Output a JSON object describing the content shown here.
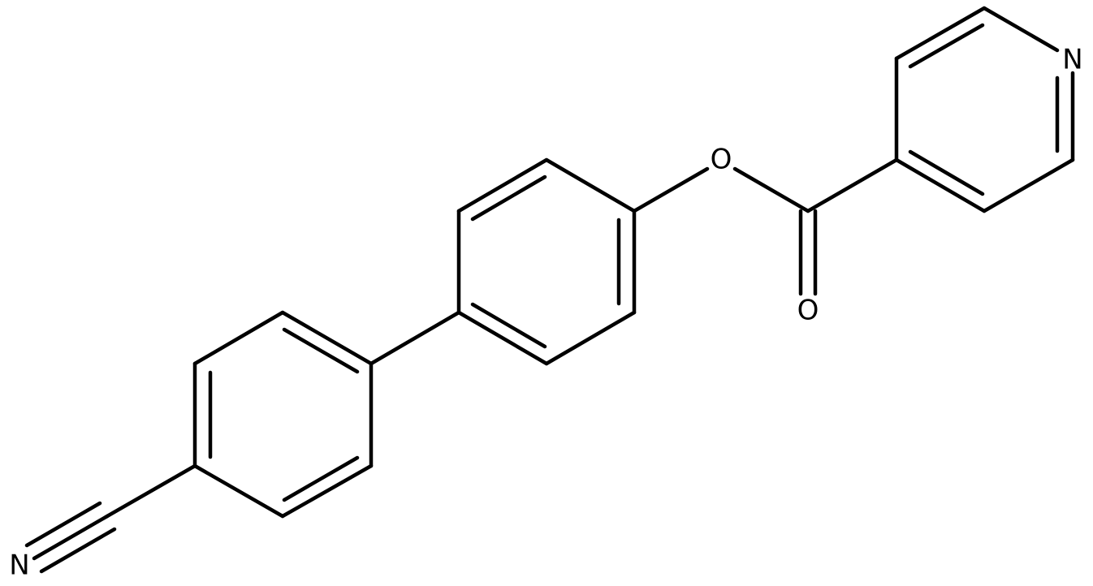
{
  "molecule": {
    "atoms": {
      "n_pyridine": "N",
      "o_ester": "O",
      "o_carbonyl": "O",
      "n_nitrile": "N"
    }
  }
}
